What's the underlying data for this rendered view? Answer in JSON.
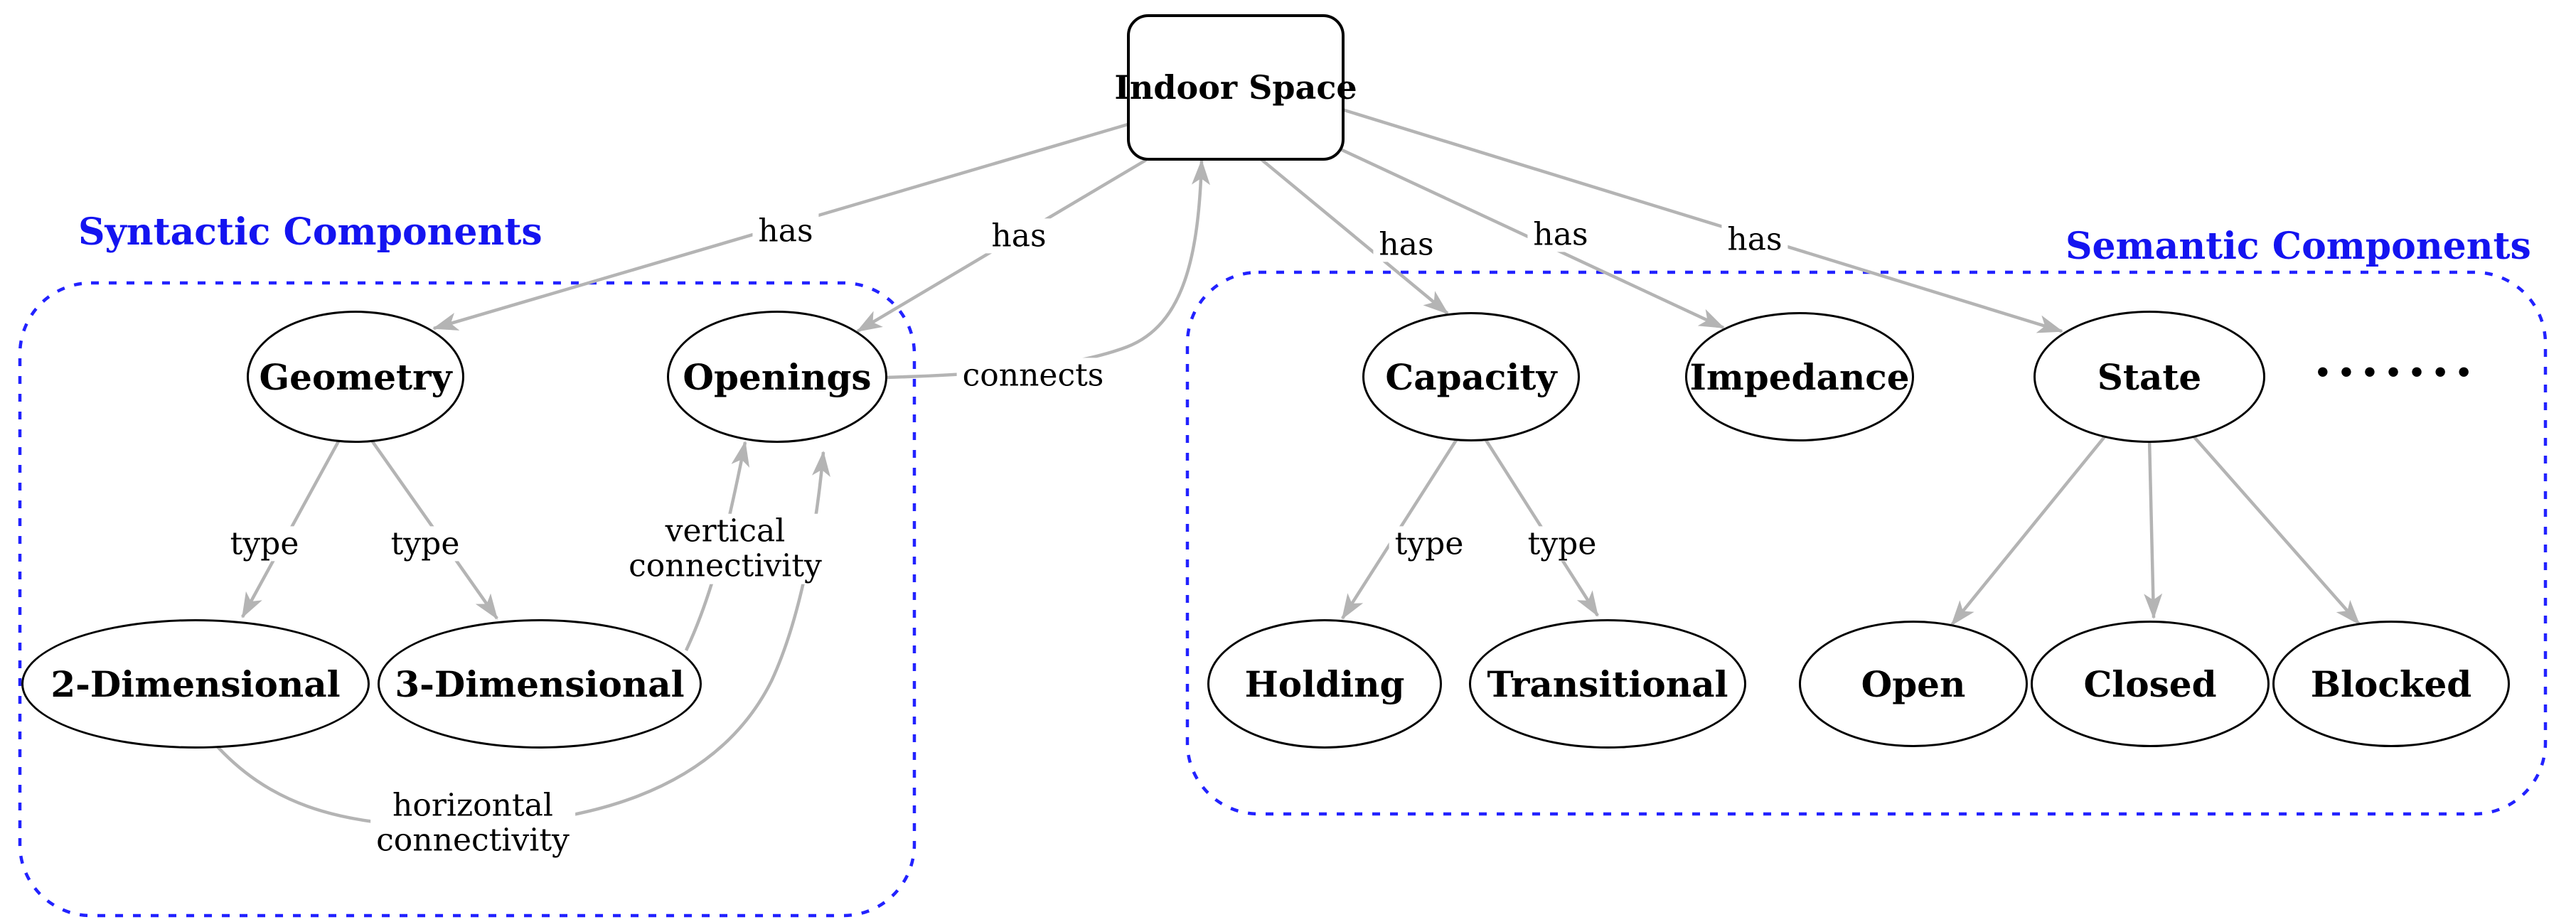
{
  "root_node": {
    "label": "Indoor Space"
  },
  "groups": {
    "syntactic": {
      "title": "Syntactic Components"
    },
    "semantic": {
      "title": "Semantic Components"
    }
  },
  "nodes": {
    "geometry": {
      "label": "Geometry"
    },
    "openings": {
      "label": "Openings"
    },
    "dim2": {
      "label": "2-Dimensional"
    },
    "dim3": {
      "label": "3-Dimensional"
    },
    "capacity": {
      "label": "Capacity"
    },
    "impedance": {
      "label": "Impedance"
    },
    "state": {
      "label": "State"
    },
    "holding": {
      "label": "Holding"
    },
    "transitional": {
      "label": "Transitional"
    },
    "open": {
      "label": "Open"
    },
    "closed": {
      "label": "Closed"
    },
    "blocked": {
      "label": "Blocked"
    },
    "ellipsis": {
      "label": "......."
    }
  },
  "edge_labels": {
    "has_geometry": "has",
    "has_openings": "has",
    "has_capacity": "has",
    "has_impedance": "has",
    "has_state": "has",
    "connects": "connects",
    "type_dim2": "type",
    "type_dim3": "type",
    "type_holding": "type",
    "type_transitional": "type",
    "vertical_connectivity": "vertical\nconnectivity",
    "horizontal_connectivity": "horizontal\nconnectivity"
  },
  "relations": [
    {
      "from": "Indoor Space",
      "label": "has",
      "to": "Geometry"
    },
    {
      "from": "Indoor Space",
      "label": "has",
      "to": "Openings"
    },
    {
      "from": "Indoor Space",
      "label": "has",
      "to": "Capacity"
    },
    {
      "from": "Indoor Space",
      "label": "has",
      "to": "Impedance"
    },
    {
      "from": "Indoor Space",
      "label": "has",
      "to": "State"
    },
    {
      "from": "Openings",
      "label": "connects",
      "to": "Indoor Space"
    },
    {
      "from": "Geometry",
      "label": "type",
      "to": "2-Dimensional"
    },
    {
      "from": "Geometry",
      "label": "type",
      "to": "3-Dimensional"
    },
    {
      "from": "3-Dimensional",
      "label": "vertical connectivity",
      "to": "Openings"
    },
    {
      "from": "2-Dimensional",
      "label": "horizontal connectivity",
      "to": "Openings"
    },
    {
      "from": "Capacity",
      "label": "type",
      "to": "Holding"
    },
    {
      "from": "Capacity",
      "label": "type",
      "to": "Transitional"
    },
    {
      "from": "State",
      "label": "",
      "to": "Open"
    },
    {
      "from": "State",
      "label": "",
      "to": "Closed"
    },
    {
      "from": "State",
      "label": "",
      "to": "Blocked"
    }
  ],
  "colors": {
    "edge_arrow": "#b4b4b4",
    "node_border": "#000000",
    "text": "#000000",
    "group_border": "#2222ff",
    "group_title": "#1414f0",
    "background": "#ffffff"
  }
}
